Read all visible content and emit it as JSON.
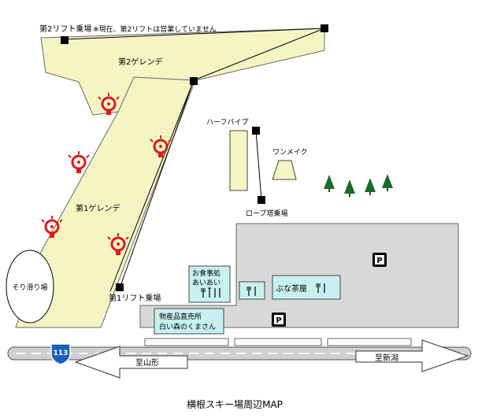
{
  "map": {
    "title": "横根スキー場周辺MAP",
    "labels": {
      "lift2": "第2リフト乗場",
      "lift2_note": "※現在、第2リフトは営業していません",
      "slope2": "第2ゲレンデ",
      "slope1": "第1ゲレンデ",
      "halfpipe": "ハーフパイプ",
      "onemake": "ワンメイク",
      "ropetow": "ロープ塔乗場",
      "sledding": "そり滑り場",
      "lift1": "第1リフト乗場",
      "restaurant_line1": "お食事処",
      "restaurant_line2": "あいあい",
      "buna_chaya": "ぶな茶屋",
      "shop_line1": "物産品直売所",
      "shop_line2": "白い森のくまさん",
      "parking": "P",
      "route_no": "113",
      "to_yamagata": "至山形",
      "to_niigata": "至新潟"
    },
    "colors": {
      "slope_fill": "#f5f5c4",
      "area_fill": "#d8d8d8",
      "building_fill": "#c8f0f0",
      "road_fill": "#d0d0d0",
      "route_badge": "#1b5fc0",
      "danger_mark": "#e01818",
      "tree": "#1a6b2a"
    },
    "icons": [
      "utensils-icon",
      "parking-icon",
      "tree-icon",
      "danger-marker-icon",
      "route-shield-icon"
    ]
  }
}
